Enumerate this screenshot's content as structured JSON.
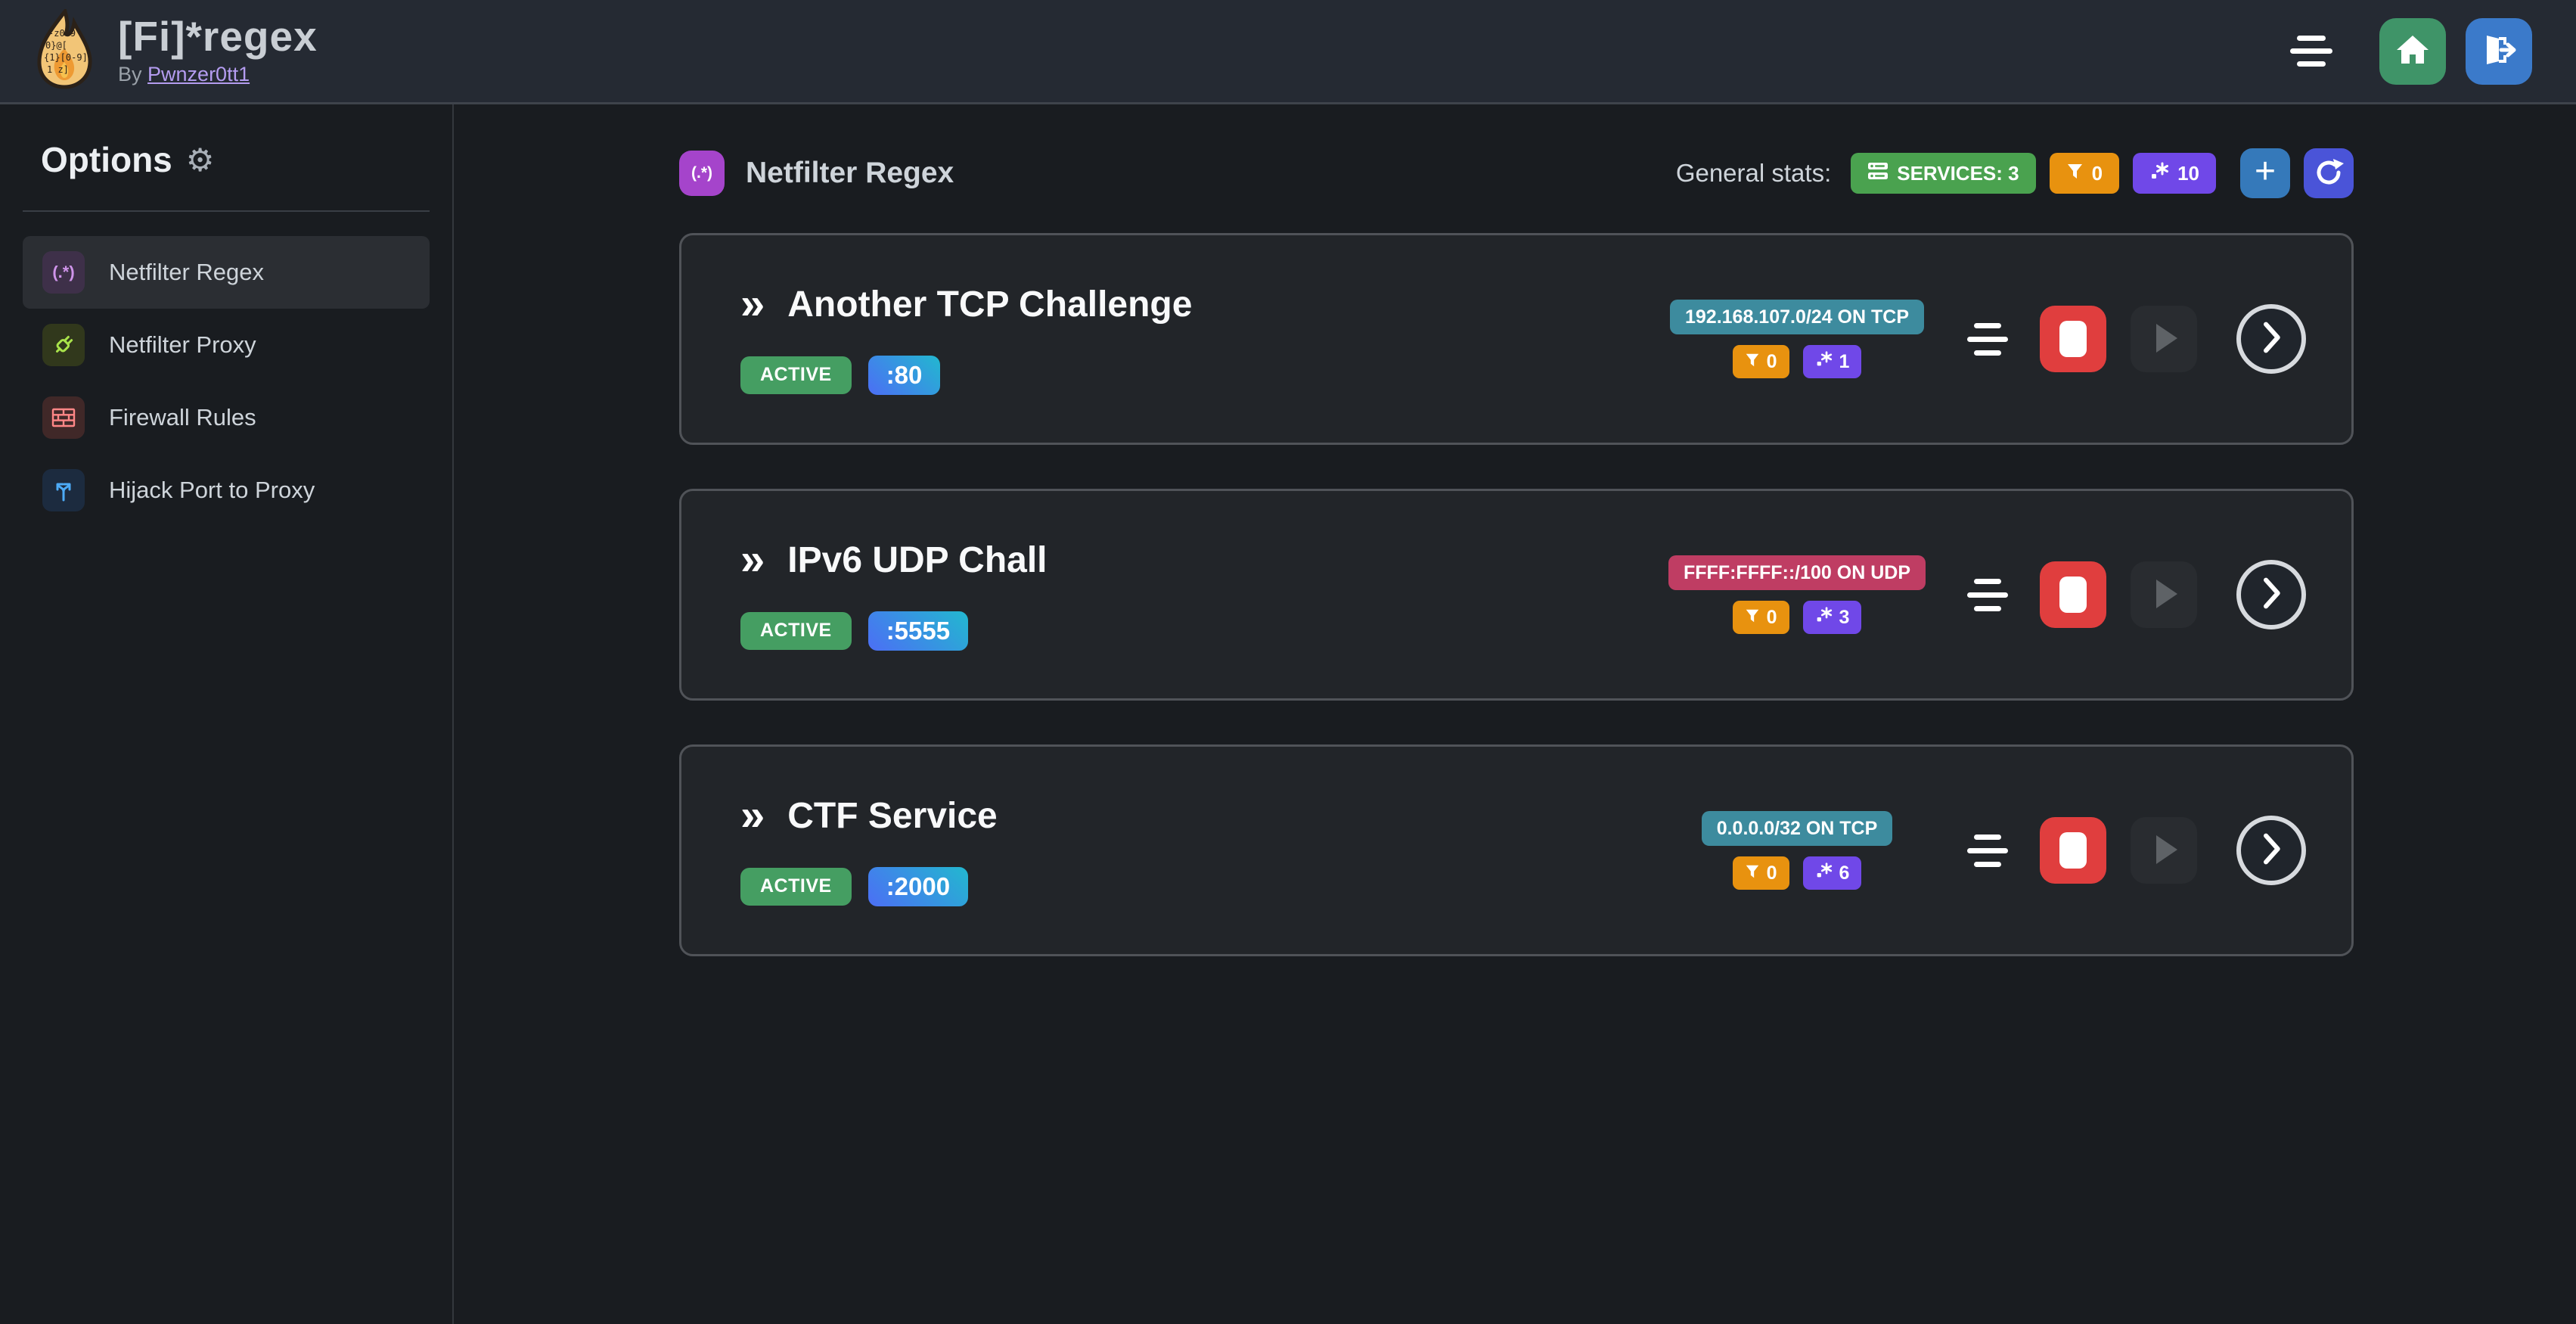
{
  "app": {
    "title": "[Fi]*regex",
    "byline_prefix": "By",
    "author": "Pwnzer0tt1"
  },
  "icons": {
    "gear": "⚙",
    "double_chevron": "»",
    "plus": "+",
    "paren_star": "(.*)"
  },
  "sidebar": {
    "heading": "Options",
    "items": [
      {
        "label": "Netfilter Regex"
      },
      {
        "label": "Netfilter Proxy"
      },
      {
        "label": "Firewall Rules"
      },
      {
        "label": "Hijack Port to Proxy"
      }
    ]
  },
  "page": {
    "title": "Netfilter Regex",
    "stats_label": "General stats:",
    "stats": {
      "services": "SERVICES: 3",
      "filters": "0",
      "regexes": "10"
    }
  },
  "services": [
    {
      "name": "Another TCP Challenge",
      "status": "ACTIVE",
      "port": ":80",
      "address": "192.168.107.0/24 ON TCP",
      "address_color": "teal",
      "filters": "0",
      "regexes": "1"
    },
    {
      "name": "IPv6 UDP Chall",
      "status": "ACTIVE",
      "port": ":5555",
      "address": "FFFF:FFFF::/100 ON UDP",
      "address_color": "pink",
      "filters": "0",
      "regexes": "3"
    },
    {
      "name": "CTF Service",
      "status": "ACTIVE",
      "port": ":2000",
      "address": "0.0.0.0/32 ON TCP",
      "address_color": "teal",
      "filters": "0",
      "regexes": "6"
    }
  ],
  "colors": {
    "topbar_bg": "#252a33",
    "body_bg": "#191c20",
    "card_bg": "#222529",
    "card_border": "#505358",
    "status_green": "#459e62",
    "services_green": "#4aa24f",
    "filter_orange": "#e8920f",
    "regex_violet": "#7048e8",
    "addr_teal": "#3d8b9e",
    "addr_pink": "#bf3d63",
    "stop_red": "#e03e3e",
    "home_green": "#3f9468",
    "logout_blue": "#3b7aca",
    "add_blue": "#3579ba",
    "refresh_indigo": "#4a54d8",
    "page_icon_purple": "#a544cb",
    "author_link": "#b49cf0"
  }
}
